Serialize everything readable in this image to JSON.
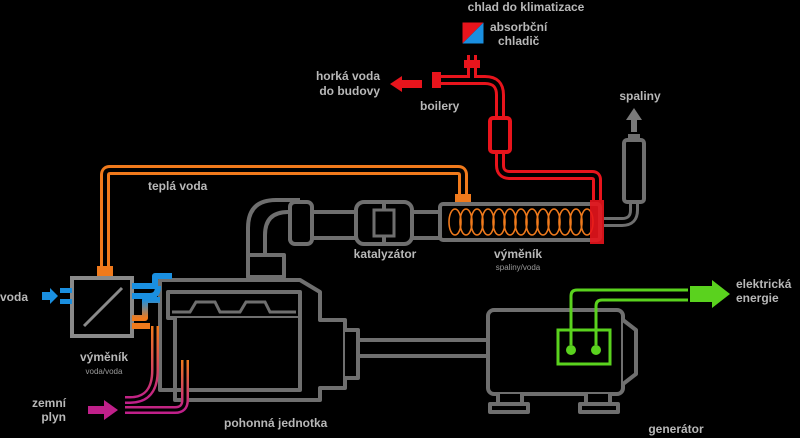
{
  "labels": {
    "cooling_title": "chlad do klimatizace",
    "absorption_chiller_1": "absorbční",
    "absorption_chiller_2": "chladič",
    "hot_water_1": "horká voda",
    "hot_water_2": "do budovy",
    "boilers": "boilery",
    "flue_gas": "spaliny",
    "warm_water": "teplá voda",
    "catalyst": "katalyzátor",
    "exchanger_flue_1": "výměník",
    "exchanger_flue_2": "spaliny/voda",
    "water": "voda",
    "exchanger_water_1": "výměník",
    "exchanger_water_2": "voda/voda",
    "gas_1": "zemní",
    "gas_2": "plyn",
    "power_unit": "pohonná jednotka",
    "electric_1": "elektrická",
    "electric_2": "energie",
    "generator": "generátor"
  },
  "colors": {
    "pipe_grey": "#6f6f6f",
    "hot_red": "#e8141c",
    "warm_orange": "#f07a1c",
    "cold_blue": "#1a8fe0",
    "gas_magenta": "#c0208a",
    "electric_green": "#5ad21e",
    "text": "#b8b8b8"
  }
}
